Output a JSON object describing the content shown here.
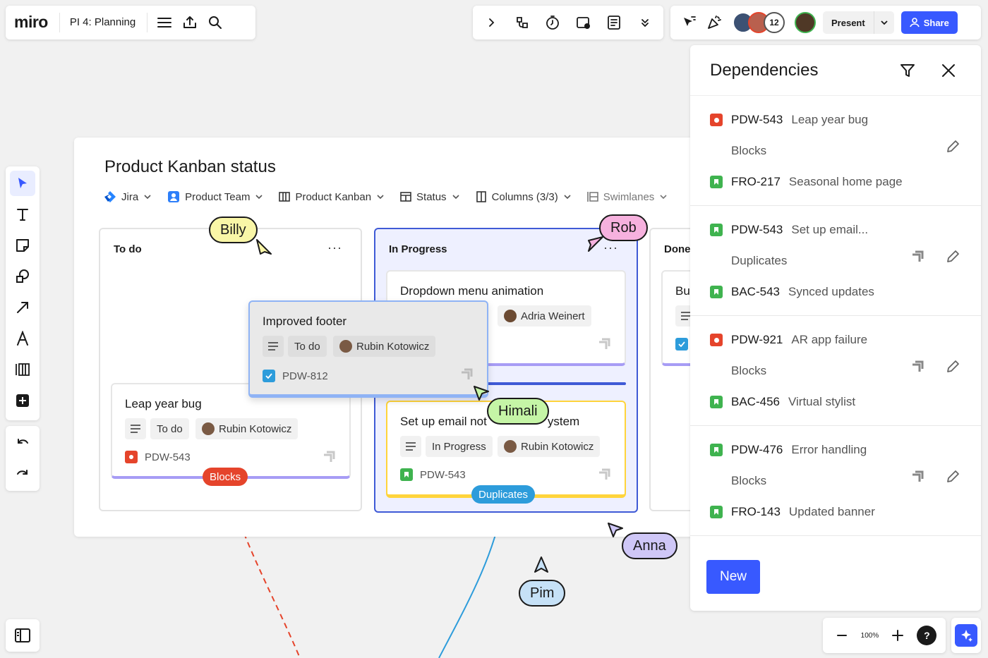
{
  "app": {
    "logo": "miro",
    "board_name": "PI 4: Planning"
  },
  "toolbar_right": {
    "present_label": "Present",
    "share_label": "Share",
    "collaborator_count": "12"
  },
  "frame": {
    "title": "Product Kanban status",
    "filters": [
      {
        "label": "Jira",
        "icon": "jira-icon"
      },
      {
        "label": "Product Team",
        "icon": "team-icon"
      },
      {
        "label": "Product Kanban",
        "icon": "board-icon"
      },
      {
        "label": "Status",
        "icon": "status-icon"
      },
      {
        "label": "Columns (3/3)",
        "icon": "columns-icon"
      },
      {
        "label": "Swimlanes",
        "icon": "swimlanes-icon"
      }
    ]
  },
  "columns": {
    "todo": {
      "title": "To do",
      "more": "···"
    },
    "inprogress": {
      "title": "In Progress",
      "more": "···"
    },
    "done": {
      "title": "Done"
    }
  },
  "cards": {
    "leap": {
      "title": "Leap year bug",
      "status": "To do",
      "assignee": "Rubin Kotowicz",
      "key": "PDW-543"
    },
    "footer": {
      "title": "Improved footer",
      "status": "To do",
      "assignee": "Rubin Kotowicz",
      "key": "PDW-812"
    },
    "dropdown": {
      "title": "Dropdown menu animation",
      "assignee": "Adria Weinert"
    },
    "email": {
      "title_left": "Set up email not",
      "title_right": "ystem",
      "status": "In Progress",
      "assignee": "Rubin Kotowicz",
      "key": "PDW-543"
    },
    "done_partial": {
      "title": "Bu"
    }
  },
  "badges": {
    "blocks": "Blocks",
    "duplicates": "Duplicates"
  },
  "cursors": {
    "billy": "Billy",
    "rob": "Rob",
    "himali": "Himali",
    "anna": "Anna",
    "pim": "Pim"
  },
  "dependencies": {
    "title": "Dependencies",
    "items": [
      {
        "from_key": "PDW-543",
        "from_name": "Leap year bug",
        "from_type": "bug",
        "relation": "Blocks",
        "to_key": "FRO-217",
        "to_name": "Seasonal home page",
        "to_type": "story",
        "line": "dashed-red",
        "jira_link": false
      },
      {
        "from_key": "PDW-543",
        "from_name": "Set up email...",
        "from_type": "story",
        "relation": "Duplicates",
        "to_key": "BAC-543",
        "to_name": "Synced updates",
        "to_type": "story",
        "line": "blue",
        "jira_link": true
      },
      {
        "from_key": "PDW-921",
        "from_name": "AR app failure",
        "from_type": "bug",
        "relation": "Blocks",
        "to_key": "BAC-456",
        "to_name": "Virtual stylist",
        "to_type": "story",
        "line": "red",
        "jira_link": true
      },
      {
        "from_key": "PDW-476",
        "from_name": "Error handling",
        "from_type": "story",
        "relation": "Blocks",
        "to_key": "FRO-143",
        "to_name": "Updated banner",
        "to_type": "story",
        "line": "red",
        "jira_link": true
      }
    ],
    "new_label": "New"
  },
  "zoom": {
    "level": "100%",
    "help": "?"
  },
  "colors": {
    "accent": "#3859ff",
    "bug": "#e5442b",
    "story": "#3fb34f",
    "blocks": "#e5442b",
    "duplicates": "#2d9cdb"
  }
}
